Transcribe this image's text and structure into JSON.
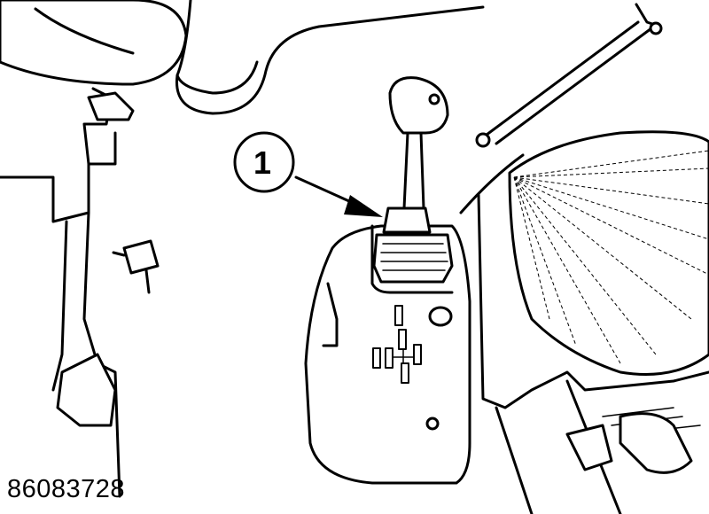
{
  "figure": {
    "number": "86083728",
    "description": "Tractor cab view showing gear shift lever and console"
  },
  "callouts": [
    {
      "id": "1",
      "label": "1",
      "points_to": "shift-lever-boot"
    }
  ],
  "colors": {
    "line": "#000000",
    "background": "#ffffff"
  }
}
